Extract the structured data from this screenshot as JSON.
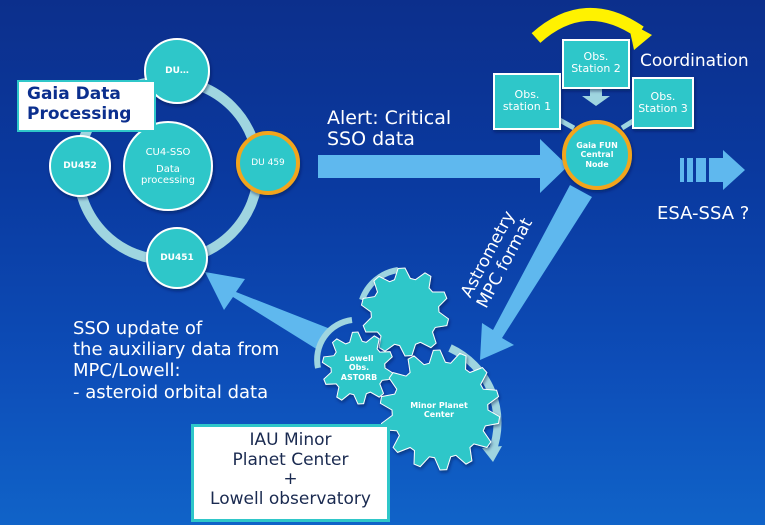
{
  "colors": {
    "node_fill": "#2fc7c9",
    "ring": "#9fd5e0",
    "highlight_ring": "#f2a51a",
    "arrow": "#5fb8ee",
    "curved_arrow": "#fff200",
    "box_fill": "#ffffff",
    "box_border": "#2fc7c9"
  },
  "gaia": {
    "title": "Gaia Data\nProcessing",
    "nodes": {
      "du_top": "DU…",
      "du452": "DU452",
      "cu4": "CU4-SSO",
      "cu4_sub": "Data\nprocessing",
      "du459": "DU 459",
      "du451": "DU451"
    }
  },
  "alert": "Alert: Critical\nSSO data",
  "stations": {
    "s1": "Obs.\nstation 1",
    "s2": "Obs.\nStation 2",
    "s3": "Obs.\nStation 3",
    "coordination": "Coordination",
    "central": "Gaia FUN\nCentral\nNode"
  },
  "esa": "ESA-SSA ?",
  "astrometry": "Astrometry\nMPC format",
  "sso_update": "SSO update of\nthe auxiliary data from\nMPC/Lowell:\n- asteroid orbital data",
  "gears": {
    "lowell": "Lowell\nObs.\nASTORB",
    "mpc": "Minor Planet\nCenter"
  },
  "iau_box": "IAU Minor\nPlanet Center\n+\nLowell observatory"
}
